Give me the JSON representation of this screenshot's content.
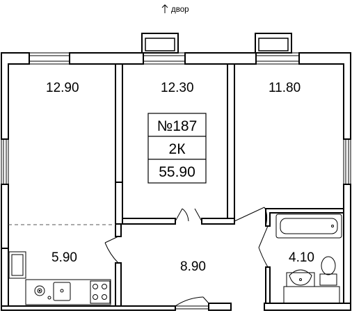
{
  "compass": {
    "label": "двор"
  },
  "apartment": {
    "number": "№187",
    "type": "2К",
    "total_area": "55.90"
  },
  "rooms": [
    {
      "id": "room-left",
      "area": "12.90"
    },
    {
      "id": "room-center",
      "area": "12.30"
    },
    {
      "id": "room-right",
      "area": "11.80"
    },
    {
      "id": "kitchen",
      "area": "5.90"
    },
    {
      "id": "hallway",
      "area": "8.90"
    },
    {
      "id": "bathroom",
      "area": "4.10"
    }
  ],
  "colors": {
    "wall": "#000000",
    "background": "#ffffff",
    "thin": "#555555"
  }
}
